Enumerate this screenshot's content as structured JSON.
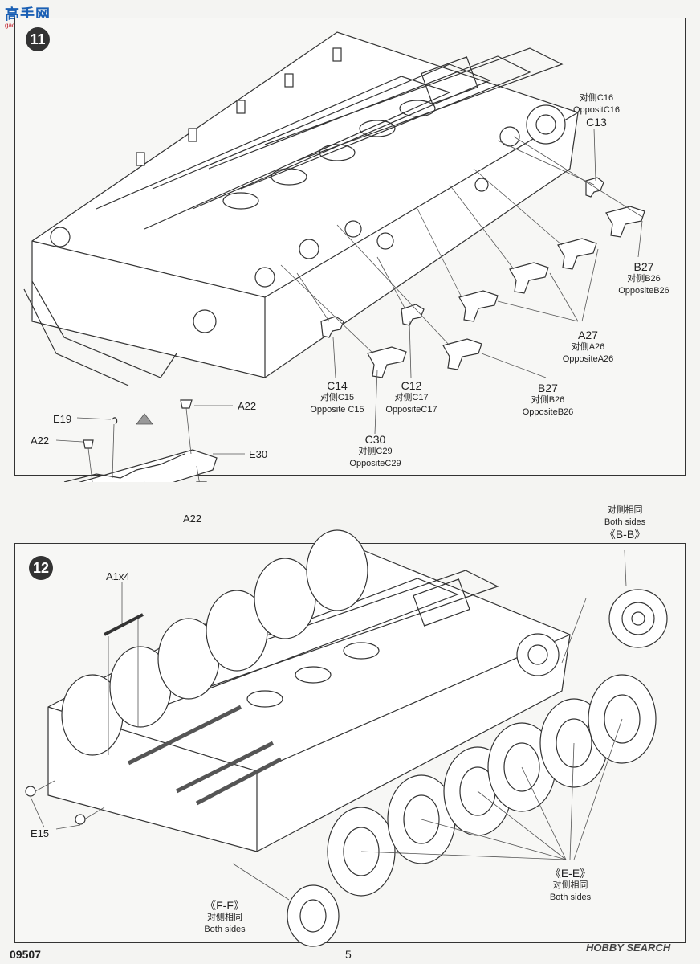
{
  "header": {
    "site_logo": "高手网",
    "site_url": "gao-shou.com"
  },
  "step11": {
    "number": "11",
    "labels": {
      "c16_cn": "对侧C16",
      "c16_en": "OppositC16",
      "c13": "C13",
      "b27_top": "B27",
      "b27_top_cn": "对侧B26",
      "b27_top_en": "OppositeB26",
      "a27": "A27",
      "a27_cn": "对侧A26",
      "a27_en": "OppositeA26",
      "b27_bottom": "B27",
      "b27_bottom_cn": "对侧B26",
      "b27_bottom_en": "OppositeB26",
      "c14": "C14",
      "c14_cn": "对侧C15",
      "c14_en": "Opposite C15",
      "c12": "C12",
      "c12_cn": "对侧C17",
      "c12_en": "OppositeC17",
      "c30": "C30",
      "c30_cn": "对侧C29",
      "c30_en": "OppositeC29",
      "e19": "E19",
      "a22_left": "A22",
      "a22_top": "A22",
      "e30": "E30",
      "a22_bottom": "A22"
    }
  },
  "step12": {
    "number": "12",
    "labels": {
      "a1x4": "A1x4",
      "bb_cn": "对侧相同",
      "bb_en": "Both sides",
      "bb_ref": "《B-B》",
      "e15": "E15",
      "ff_ref": "《F-F》",
      "ff_cn": "对侧相同",
      "ff_en": "Both sides",
      "ee_ref": "《E-E》",
      "ee_cn": "对侧相同",
      "ee_en": "Both sides"
    }
  },
  "footer": {
    "kit_number": "09507",
    "page_number": "5",
    "watermark": "HOBBY SEARCH"
  }
}
